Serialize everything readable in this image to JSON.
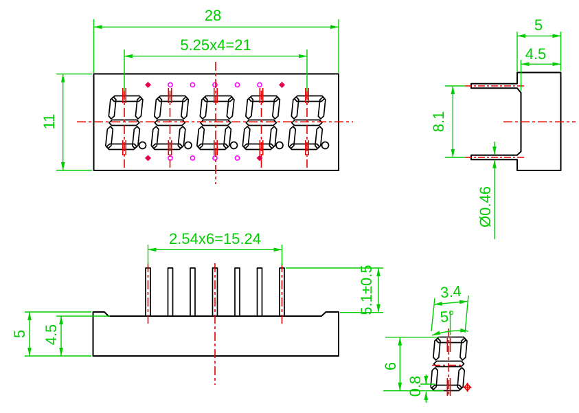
{
  "front_view": {
    "overall_width": "28",
    "digit_pitch": "5.25x4=21",
    "overall_height": "11"
  },
  "side_view": {
    "overall_depth": "5",
    "body_depth": "4.5",
    "pin_row_spacing": "8.1",
    "pin_diameter": "Ø0.46"
  },
  "bottom_view": {
    "pin_pitch": "2.54x6=15.24",
    "pin_length": "5.1±0.5",
    "overall_height": "5",
    "body_height": "4.5"
  },
  "detail_view": {
    "digit_width": "3.4",
    "slant_angle": "5°",
    "digit_height": "6",
    "dp_offset": "0.8"
  },
  "colors": {
    "dimension": "#00cd00",
    "centerline": "#e60000",
    "outline": "#000000",
    "marker_ring": "#ff00ff",
    "marker_solid": "#e6004b",
    "background": "#ffffff"
  }
}
